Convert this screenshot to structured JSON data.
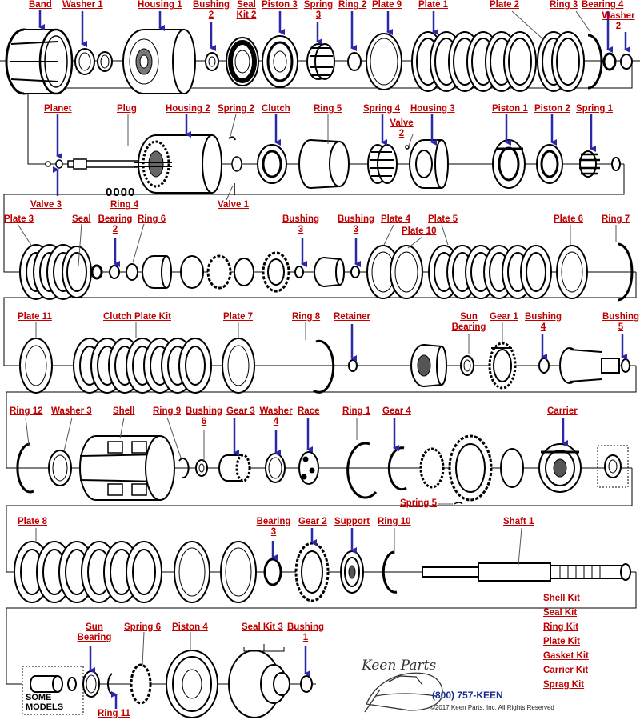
{
  "diagram": {
    "labels": {
      "band": "Band",
      "washer_1": "Washer 1",
      "housing_1": "Housing 1",
      "bushing_2a": [
        "Bushing",
        "2"
      ],
      "seal_kit_2": [
        "Seal",
        "Kit 2"
      ],
      "piston_3": "Piston 3",
      "spring_3": [
        "Spring",
        "3"
      ],
      "ring_2": "Ring 2",
      "plate_9": "Plate 9",
      "plate_1": "Plate 1",
      "plate_2": "Plate 2",
      "ring_3": "Ring 3",
      "bearing_4": "Bearing 4",
      "washer_2": [
        "Washer",
        "2"
      ],
      "planet": "Planet",
      "plug": "Plug",
      "housing_2": "Housing 2",
      "spring_2": "Spring 2",
      "clutch": "Clutch",
      "ring_5": "Ring 5",
      "spring_4": "Spring 4",
      "valve_2": [
        "Valve",
        "2"
      ],
      "housing_3": "Housing 3",
      "piston_1": "Piston 1",
      "piston_2": "Piston 2",
      "spring_1": "Spring 1",
      "valve_3": "Valve 3",
      "ring_4": "Ring 4",
      "valve_1": "Valve 1",
      "plate_3": "Plate 3",
      "seal": "Seal",
      "bearing_2": [
        "Bearing",
        "2"
      ],
      "ring_6": "Ring 6",
      "bushing_3a": [
        "Bushing",
        "3"
      ],
      "bushing_3b": [
        "Bushing",
        "3"
      ],
      "plate_4": "Plate 4",
      "plate_10": "Plate 10",
      "plate_5": "Plate 5",
      "plate_6": "Plate 6",
      "ring_7": "Ring 7",
      "plate_11": "Plate 11",
      "clutch_plate_kit": "Clutch Plate Kit",
      "plate_7": "Plate 7",
      "ring_8": "Ring 8",
      "retainer": "Retainer",
      "sun_bearing_a": [
        "Sun",
        "Bearing"
      ],
      "gear_1": "Gear 1",
      "bushing_4": [
        "Bushing",
        "4"
      ],
      "bushing_5": [
        "Bushing",
        "5"
      ],
      "ring_12": "Ring 12",
      "washer_3": "Washer 3",
      "shell": "Shell",
      "ring_9": "Ring 9",
      "bushing_6": [
        "Bushing",
        "6"
      ],
      "gear_3": "Gear 3",
      "washer_4": [
        "Washer",
        "4"
      ],
      "race": "Race",
      "ring_1": "Ring 1",
      "gear_4": "Gear 4",
      "carrier": "Carrier",
      "spring_5": "Spring 5",
      "plate_8": "Plate 8",
      "bearing_3": [
        "Bearing",
        "3"
      ],
      "gear_2": "Gear 2",
      "support": "Support",
      "ring_10": "Ring 10",
      "shaft_1": "Shaft 1",
      "sun_bearing_b": [
        "Sun",
        "Bearing"
      ],
      "spring_6": "Spring 6",
      "piston_4": "Piston 4",
      "seal_kit_3": "Seal Kit 3",
      "bushing_1": [
        "Bushing",
        "1"
      ],
      "ring_11": "Ring 11"
    },
    "kits": [
      "Shell Kit",
      "Seal Kit",
      "Ring Kit",
      "Plate Kit",
      "Gasket Kit",
      "Carrier Kit",
      "Sprag Kit"
    ],
    "callout_0000": "0000",
    "some_models": [
      "SOME",
      "MODELS"
    ],
    "logo_text": "Keen Parts",
    "phone": "(800) 757-KEEN",
    "copyright": "©2017 Keen Parts, Inc. All Rights Reserved",
    "colors": {
      "label": "#c00000",
      "arrow": "#2a2aa8",
      "line": "#000000"
    }
  }
}
